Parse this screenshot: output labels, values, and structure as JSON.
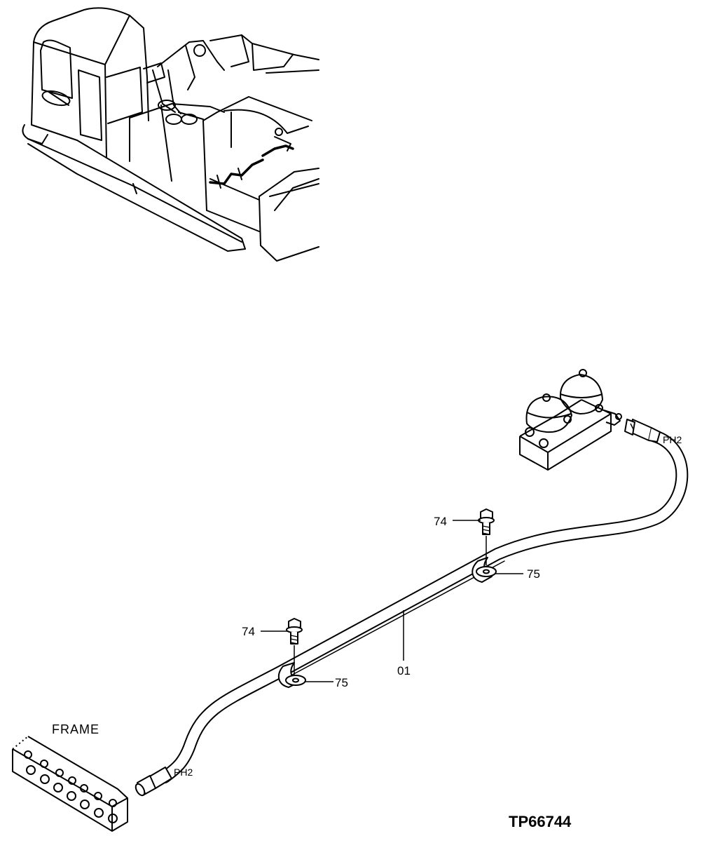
{
  "labels": {
    "frame": "FRAME",
    "ph2_left": "PH2",
    "ph2_right": "PH2",
    "callout_01": "01",
    "callout_74_upper": "74",
    "callout_74_lower": "74",
    "callout_75_upper": "75",
    "callout_75_lower": "75",
    "drawing_ref": "TP66744"
  },
  "colors": {
    "line": "#000000",
    "background": "#ffffff"
  }
}
